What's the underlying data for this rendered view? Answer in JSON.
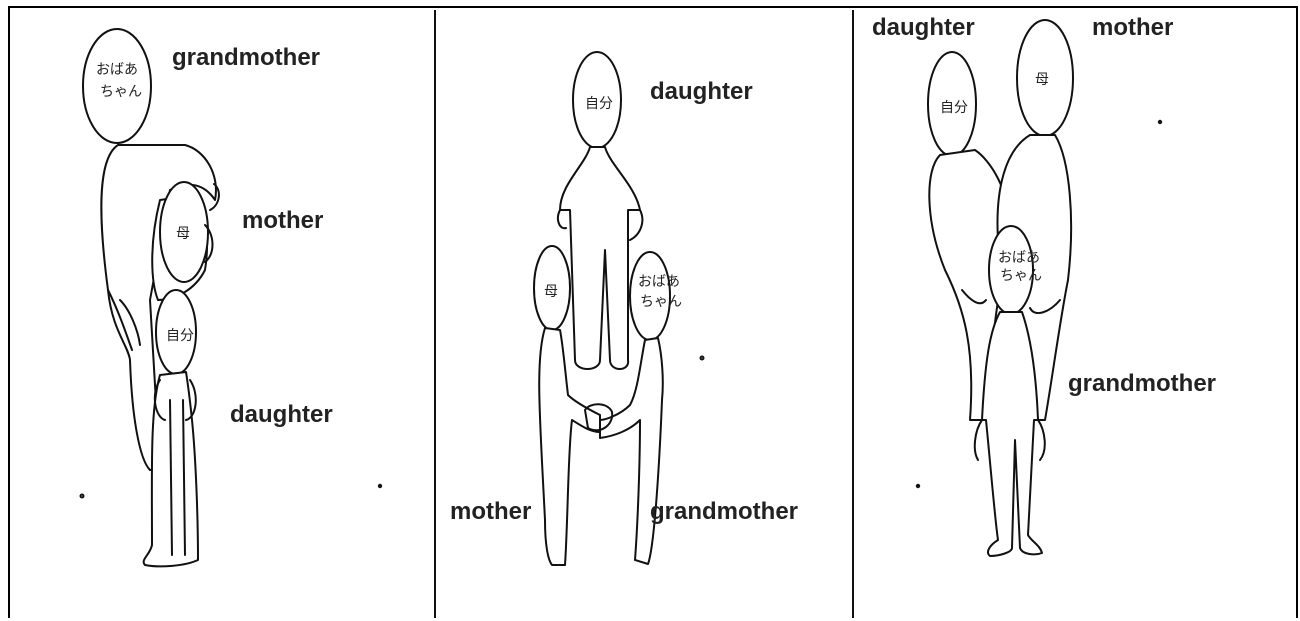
{
  "panels": [
    {
      "labels": {
        "top": "grandmother",
        "middle": "mother",
        "bottom": "daughter"
      },
      "head_text": {
        "grandmother": "おばあちゃん",
        "mother": "母",
        "daughter": "自分"
      }
    },
    {
      "labels": {
        "top": "daughter",
        "left": "mother",
        "right": "grandmother"
      },
      "head_text": {
        "daughter": "自分",
        "mother": "母",
        "grandmother": "おばあちゃん"
      }
    },
    {
      "labels": {
        "daughter": "daughter",
        "mother": "mother",
        "grandmother": "grandmother"
      },
      "head_text": {
        "daughter": "自分",
        "mother": "母",
        "grandmother": "おばあちゃん"
      }
    }
  ]
}
